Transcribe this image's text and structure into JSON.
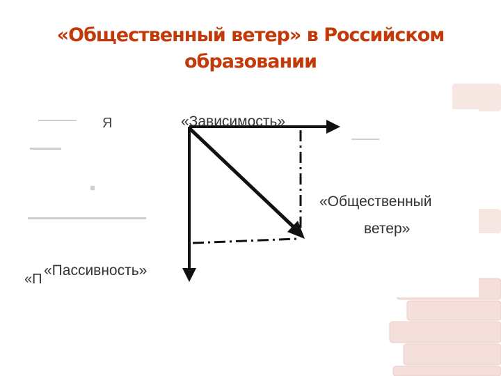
{
  "title": {
    "line1": "«Общественный ветер» в Российском",
    "line2": "образовании"
  },
  "diagram": {
    "labels": {
      "dependence": "«Зависимость»",
      "wind_line1": "«Общественный",
      "wind_line2": "ветер»",
      "passivity": "«Пассивность»",
      "p_fragment": "«П",
      "ya_fragment": "Я"
    }
  },
  "colors": {
    "title": "#c23a0a",
    "arrows": "#111111",
    "books": "#f1d9d4"
  }
}
